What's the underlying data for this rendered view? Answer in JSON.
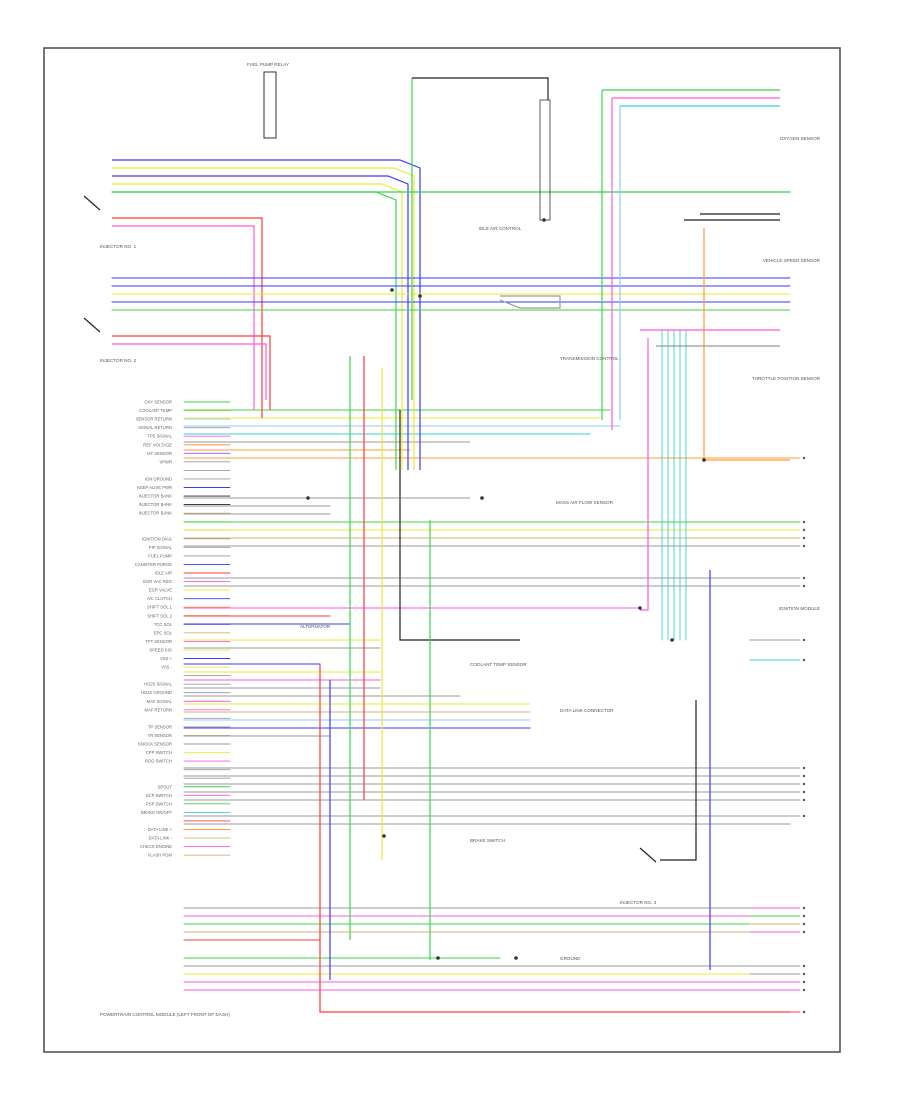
{
  "frame": {
    "border_color": "#555555"
  },
  "colors": {
    "green": "#3cd44a",
    "red": "#ff3b3b",
    "blue": "#3a3aff",
    "yellow": "#eaea3a",
    "cyan": "#39d2d2",
    "pink": "#ff5ad9",
    "orange": "#ff9a3a",
    "black": "#222222",
    "gray": "#9a9a9a",
    "violet": "#a04aff",
    "tan": "#d8b070",
    "lightblue": "#8fc8ff",
    "peach": "#f7c9a0"
  },
  "components": {
    "pcm": "POWERTRAIN CONTROL MODULE (LEFT FRONT OF DASH)",
    "injector_1": "INJECTOR NO. 1",
    "injector_2": "INJECTOR NO. 2",
    "injector_3": "INJECTOR NO. 3",
    "fuel_pump": "FUEL PUMP RELAY",
    "speed_sensor": "VEHICLE SPEED SENSOR",
    "tps": "THROTTLE POSITION SENSOR",
    "coolant_temp": "COOLANT TEMP SENSOR",
    "trans": "TRANSMISSION CONTROL",
    "oxygen": "OXYGEN SENSOR",
    "mass_air": "MASS AIR FLOW SENSOR",
    "idle_air": "IDLE AIR CONTROL",
    "ignition": "IGNITION MODULE",
    "data_link": "DATA LINK CONNECTOR",
    "brake_switch": "BRAKE SWITCH",
    "alternator": "ALTERNATOR",
    "ground": "GROUND"
  },
  "pin_labels": [
    "OXY SENSOR",
    "COOLANT TEMP",
    "SENSOR RETURN",
    "SIGNAL RETURN",
    "TPS SIGNAL",
    "REF VOLTAGE",
    "IAT SENSOR",
    "VPWR",
    "",
    "IGN GROUND",
    "KEEP ALIVE PWR",
    "INJECTOR BANK",
    "INJECTOR BANK",
    "INJECTOR BANK",
    "",
    "",
    "IGNITION DIAG",
    "PIP SIGNAL",
    "FUEL PUMP",
    "CANISTER PURGE",
    "IDLE AIR",
    "EGR VAC REG",
    "EGR VALVE",
    "A/C CLUTCH",
    "SHIFT SOL 1",
    "SHIFT SOL 2",
    "TCC SOL",
    "EPC SOL",
    "TFT SENSOR",
    "SPEED SIG",
    "VSS +",
    "VSS -",
    "",
    "HO2S SIGNAL",
    "HO2S GROUND",
    "MAF SIGNAL",
    "MAF RETURN",
    "",
    "TP SENSOR",
    "TR SENSOR",
    "KNOCK SENSOR",
    "CPP SWITCH",
    "BOO SWITCH",
    "",
    "",
    "SPOUT",
    "SCP SWITCH",
    "PSP SWITCH",
    "BRAKE ON/OFF",
    "",
    "DATA LINK +",
    "DATA LINK -",
    "CHECK ENGINE",
    "FLASH PGM"
  ]
}
